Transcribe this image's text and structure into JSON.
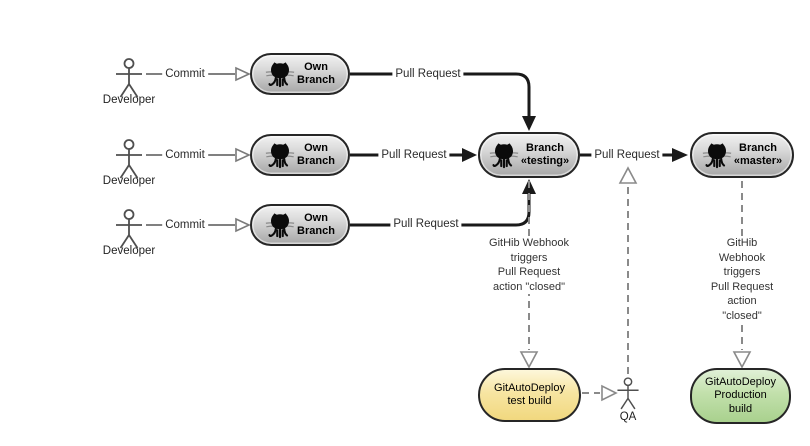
{
  "diagram": {
    "type": "flowchart",
    "background": "#ffffff",
    "colors": {
      "node_border": "#262626",
      "branch_node_fill_top": "#f1f1f1",
      "branch_node_fill_bottom": "#a6a6a6",
      "test_build_fill_top": "#fdf7da",
      "test_build_fill_bottom": "#f1d87f",
      "production_build_fill_top": "#e0f0d6",
      "production_build_fill_bottom": "#a9d18e",
      "solid_edge": "#1a1a1a",
      "commit_edge": "#808080",
      "dashed_edge": "#8a8a8a",
      "text": "#1f1f1f"
    },
    "actors": [
      {
        "label": "Developer"
      },
      {
        "label": "Developer"
      },
      {
        "label": "Developer"
      },
      {
        "label": "QA"
      }
    ],
    "nodes": [
      {
        "id": "own-branch-1",
        "icon": "octocat-icon",
        "lines": [
          "Own",
          "Branch"
        ]
      },
      {
        "id": "own-branch-2",
        "icon": "octocat-icon",
        "lines": [
          "Own",
          "Branch"
        ]
      },
      {
        "id": "own-branch-3",
        "icon": "octocat-icon",
        "lines": [
          "Own",
          "Branch"
        ]
      },
      {
        "id": "branch-testing",
        "icon": "octocat-icon",
        "lines": [
          "Branch",
          "«testing»"
        ]
      },
      {
        "id": "branch-master",
        "icon": "octocat-icon",
        "lines": [
          "Branch",
          "«master»"
        ]
      },
      {
        "id": "deploy-test-build",
        "lines": [
          "GitAutoDeploy",
          "test build"
        ]
      },
      {
        "id": "deploy-production-build",
        "lines": [
          "GitAutoDeploy",
          "Production",
          "build"
        ]
      }
    ],
    "labels": {
      "commit1": "Commit",
      "commit2": "Commit",
      "commit3": "Commit",
      "pr1": "Pull Request",
      "pr2": "Pull Request",
      "pr3": "Pull Request",
      "pr4": "Pull Request"
    },
    "annotations": {
      "webhook_testing": [
        "GitHib Webhook",
        "triggers",
        "Pull Request",
        "action \"closed\""
      ],
      "webhook_master": [
        "GitHib Webhook",
        "triggers",
        "Pull Request",
        "action \"closed\""
      ]
    }
  }
}
